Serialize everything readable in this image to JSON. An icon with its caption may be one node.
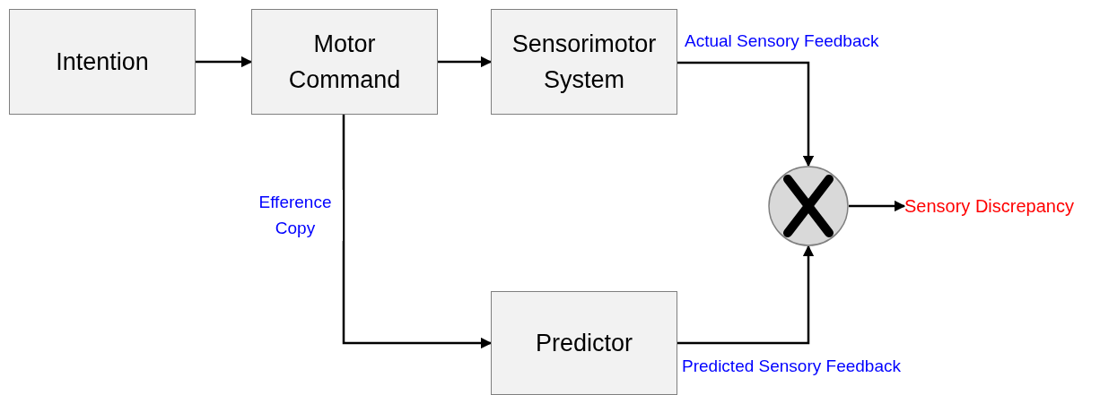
{
  "diagram": {
    "nodes": [
      {
        "text": [
          "Intention"
        ]
      },
      {
        "text": [
          "Motor Command"
        ]
      },
      {
        "text": [
          "Sensorimotor System"
        ]
      },
      {
        "text": [
          "Predictor"
        ]
      },
      {
        "text": [],
        "shape": "circle"
      },
      {
        "text": [
          "Sensory Discrepancy"
        ]
      }
    ],
    "edges": [
      {
        "from": 0,
        "to": 1,
        "arrow": "to"
      },
      {
        "from": 1,
        "to": 2,
        "arrow": "to"
      },
      {
        "from": 2,
        "to": 4,
        "arrow": "to",
        "label": "Actual Sensory Feedback"
      },
      {
        "from": 1,
        "to": 3,
        "arrow": "to",
        "label": "Efference Copy"
      },
      {
        "from": 3,
        "to": 4,
        "arrow": "to",
        "label": "Predicted Sensory Feedback"
      },
      {
        "from": 4,
        "to": 5,
        "arrow": "to"
      }
    ]
  }
}
